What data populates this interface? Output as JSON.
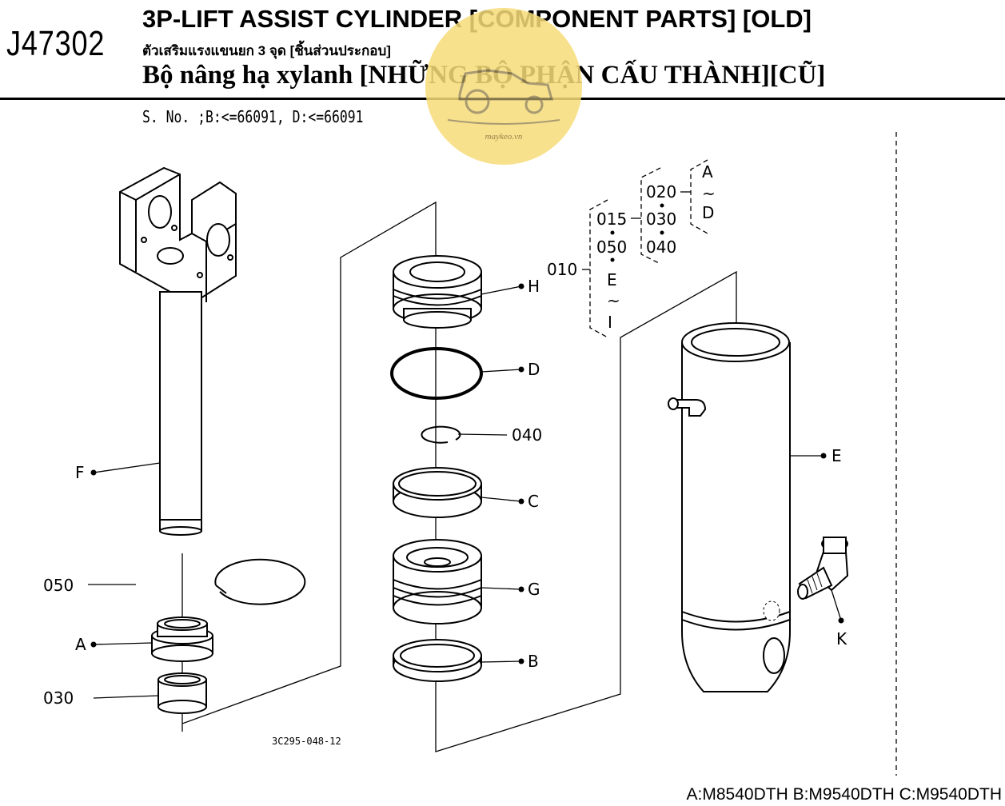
{
  "header": {
    "code": "J47302",
    "title_en": "3P-LIFT ASSIST CYLINDER [COMPONENT PARTS] [OLD]",
    "title_th": "ตัวเสริมแรงแขนยก 3 จุด [ชิ้นส่วนประกอบ]",
    "title_vi": "Bộ nâng hạ xylanh [NHỮNG BỘ PHẬN CẤU THÀNH][CŨ]",
    "serial": "S. No. ;B:<=66091, D:<=66091"
  },
  "watermark": {
    "text": "maykeo.vn",
    "color": "#f7dc7a"
  },
  "labels": {
    "F": "F",
    "A": "A",
    "H": "H",
    "D": "D",
    "C": "C",
    "G": "G",
    "B": "B",
    "E": "E",
    "K": "K",
    "p050": "050",
    "p030": "030",
    "p040": "040",
    "p010": "010",
    "p015": "015",
    "p020": "020",
    "p030b": "030",
    "p040b": "040",
    "p050b": "050",
    "grp_E": "E",
    "grp_tilde1": "~",
    "grp_I": "I",
    "grp_A": "A",
    "grp_tilde2": "~",
    "grp_D": "D"
  },
  "drawing_code": "3C295-048-12",
  "footer": "A:M8540DTH B:M9540DTH C:M9540DTH"
}
